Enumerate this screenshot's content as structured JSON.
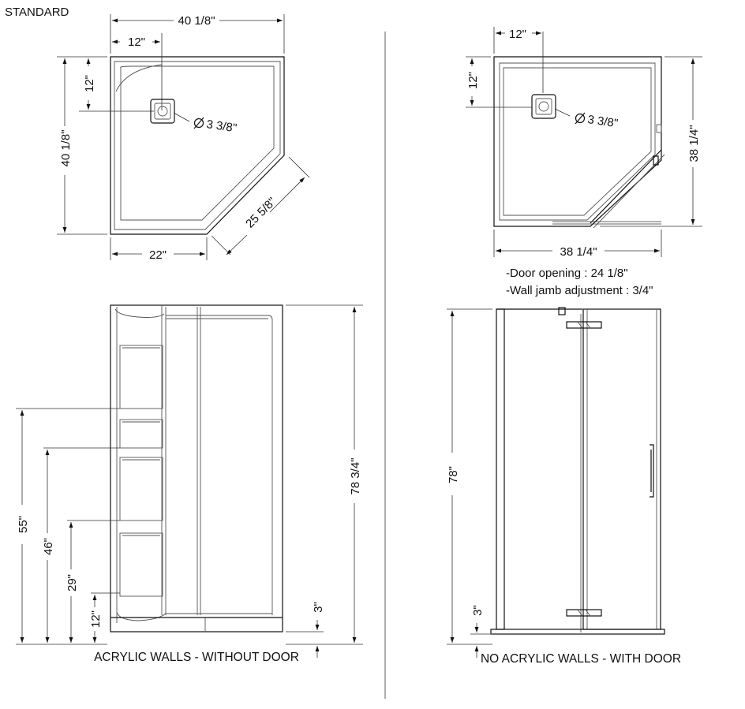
{
  "header": {
    "label": "STANDARD"
  },
  "standard_plan": {
    "width": "40 1/8\"",
    "depth": "40 1/8\"",
    "drain_offset_x": "12\"",
    "drain_offset_y": "12\"",
    "drain_diameter": "3 3/8\"",
    "angled_wall": "25 5/8\"",
    "front_width": "22\""
  },
  "door_plan": {
    "drain_offset_x": "12\"",
    "drain_offset_y": "12\"",
    "drain_diameter": "3 3/8\"",
    "width": "38 1/4\"",
    "depth": "38 1/4\"",
    "notes": [
      "-Door opening : 24 1/8\"",
      "-Wall jamb adjustment : 3/4\""
    ]
  },
  "walls_elevation": {
    "caption": "ACRYLIC WALLS - WITHOUT DOOR",
    "total_height": "78 3/4\"",
    "base_height": "3\"",
    "shelf_heights": [
      "55\"",
      "46\"",
      "29\"",
      "12\""
    ]
  },
  "door_elevation": {
    "caption": "NO ACRYLIC WALLS - WITH DOOR",
    "total_height": "78\"",
    "base_height": "3\""
  },
  "icons": {
    "diameter_symbol": "diameter-symbol-icon",
    "drain": "drain-icon",
    "door_handle": "door-handle-icon",
    "door_hinge": "door-hinge-icon"
  }
}
